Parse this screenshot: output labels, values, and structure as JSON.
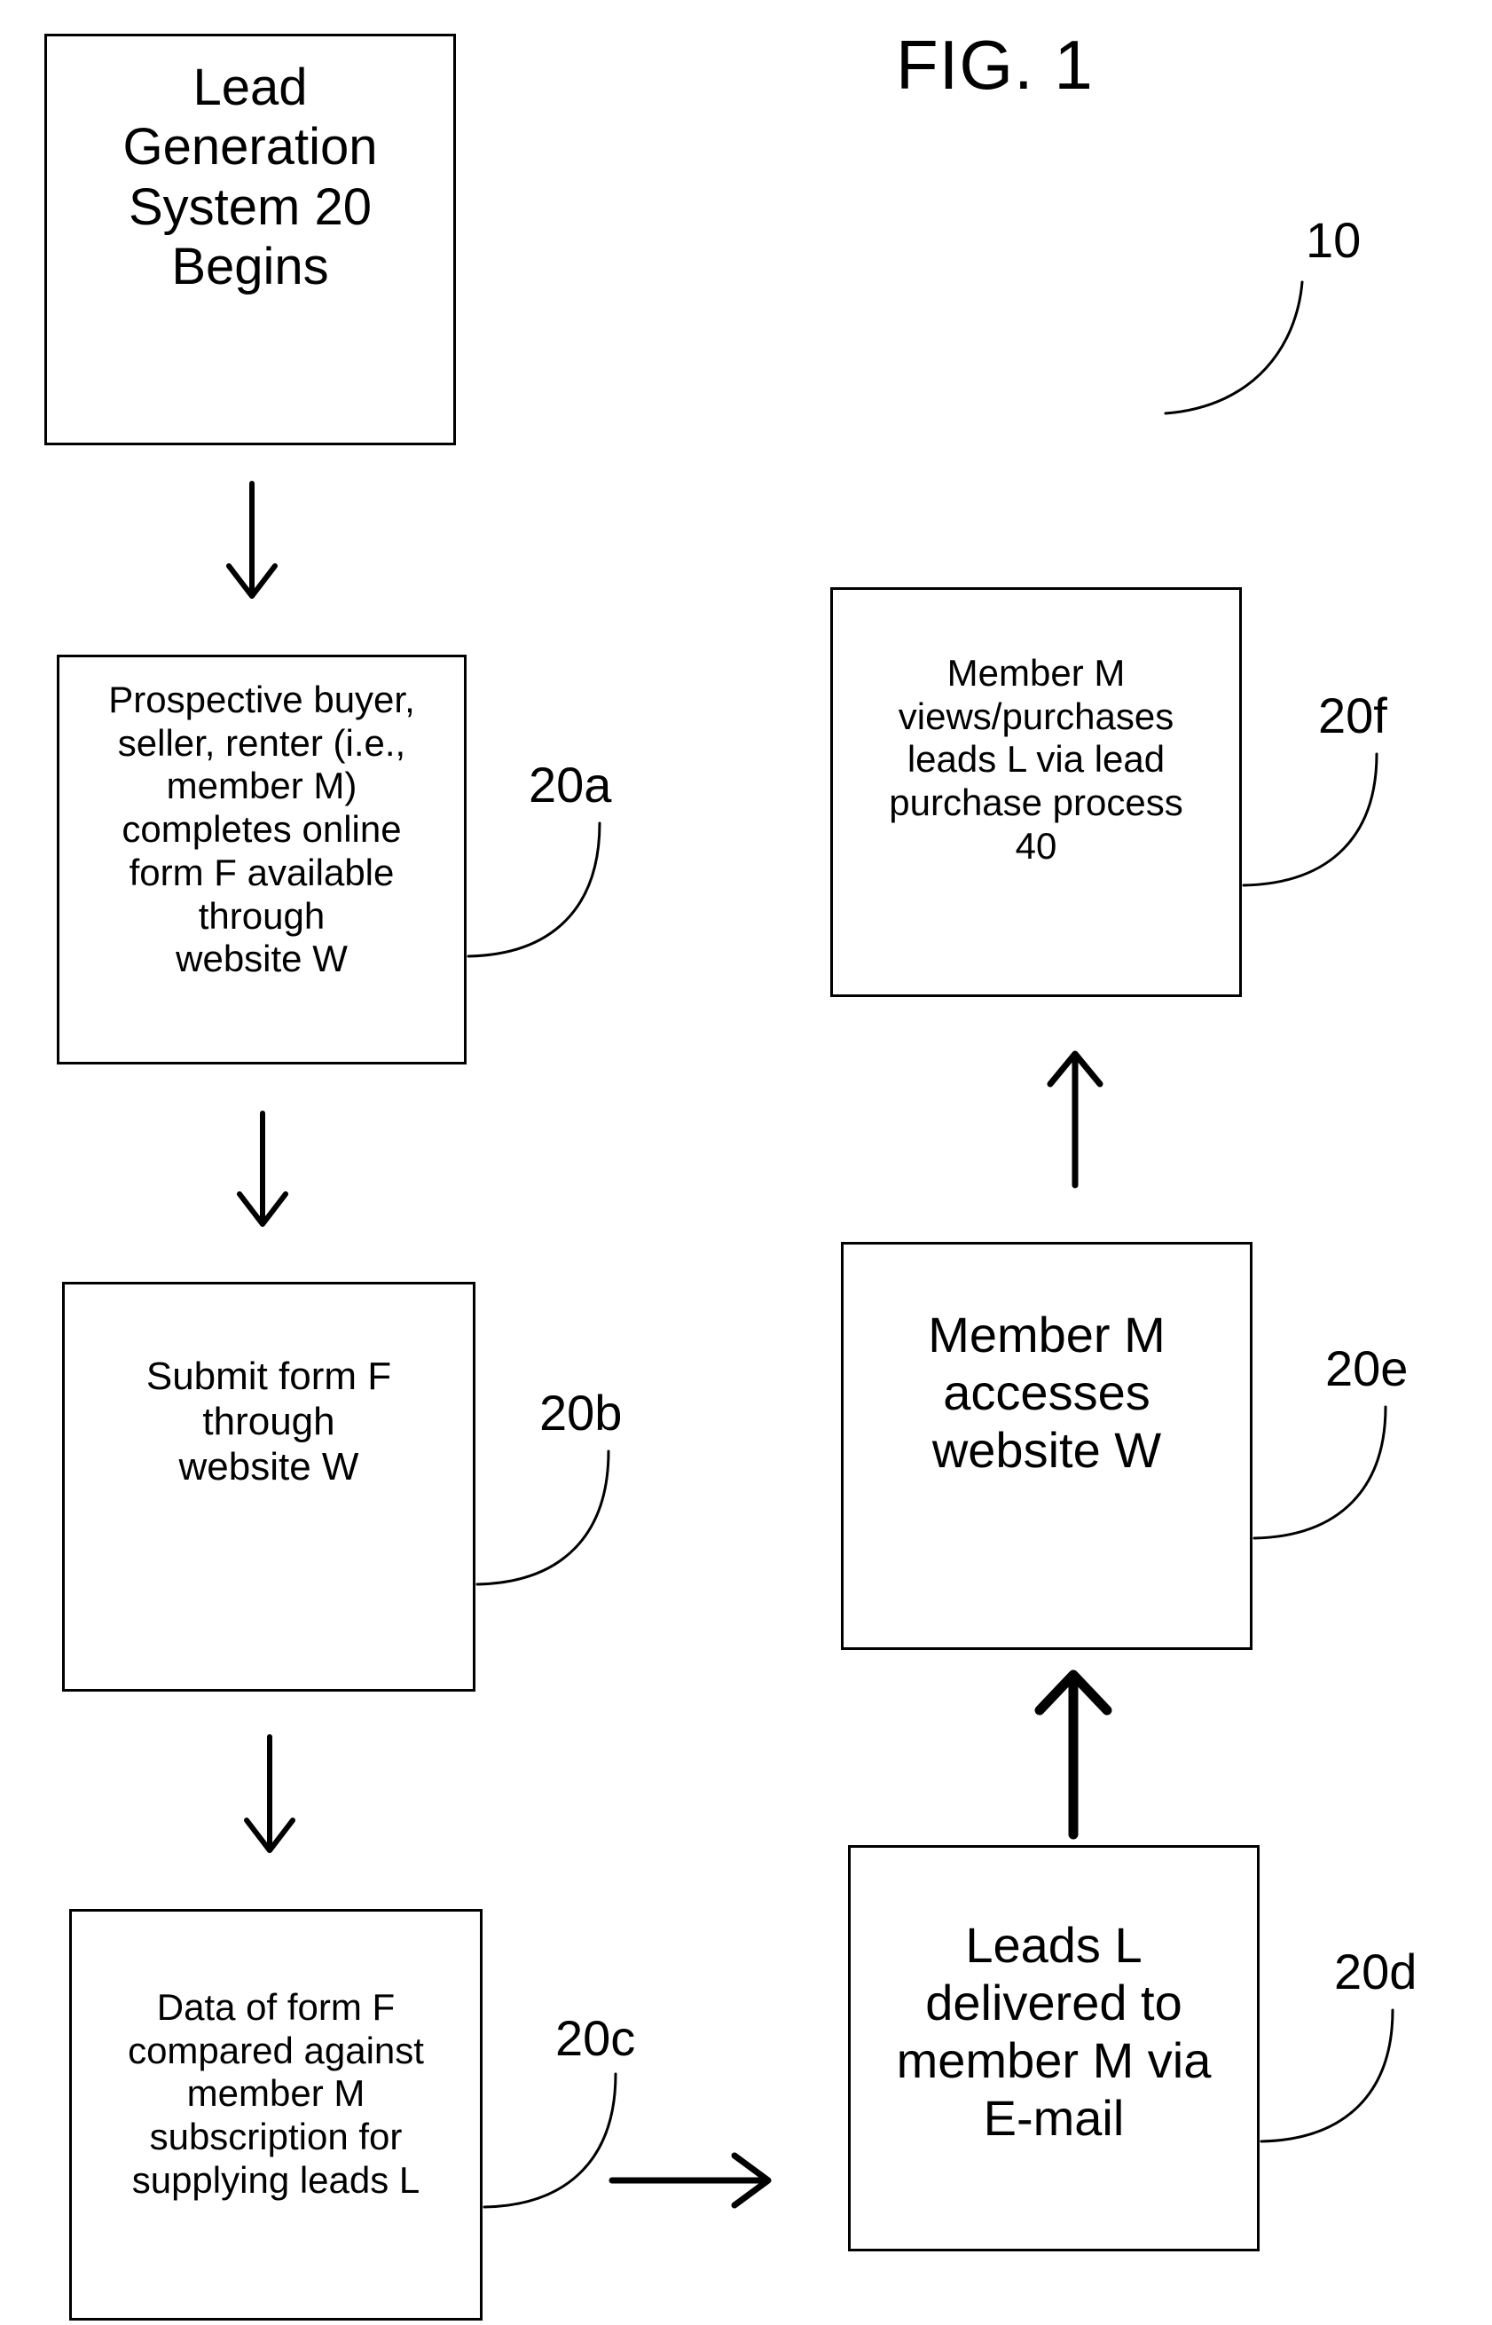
{
  "figure": {
    "title": "FIG. 1",
    "system_ref": "10"
  },
  "steps": {
    "start": {
      "text": "Lead\nGeneration\nSystem 20\nBegins"
    },
    "s20a": {
      "text": "Prospective buyer,\nseller, renter (i.e.,\nmember M)\ncompletes online\nform F available\nthrough\nwebsite W",
      "ref": "20a"
    },
    "s20b": {
      "text": "Submit form F\nthrough\nwebsite W",
      "ref": "20b"
    },
    "s20c": {
      "text": "Data of form F\ncompared against\nmember M\nsubscription for\nsupplying leads L",
      "ref": "20c"
    },
    "s20d": {
      "text": "Leads L\ndelivered to\nmember M via\nE-mail",
      "ref": "20d"
    },
    "s20e": {
      "text": "Member M\naccesses\nwebsite W",
      "ref": "20e"
    },
    "s20f": {
      "text": "Member M\nviews/purchases\nleads L via lead\npurchase process\n40",
      "ref": "20f"
    }
  }
}
